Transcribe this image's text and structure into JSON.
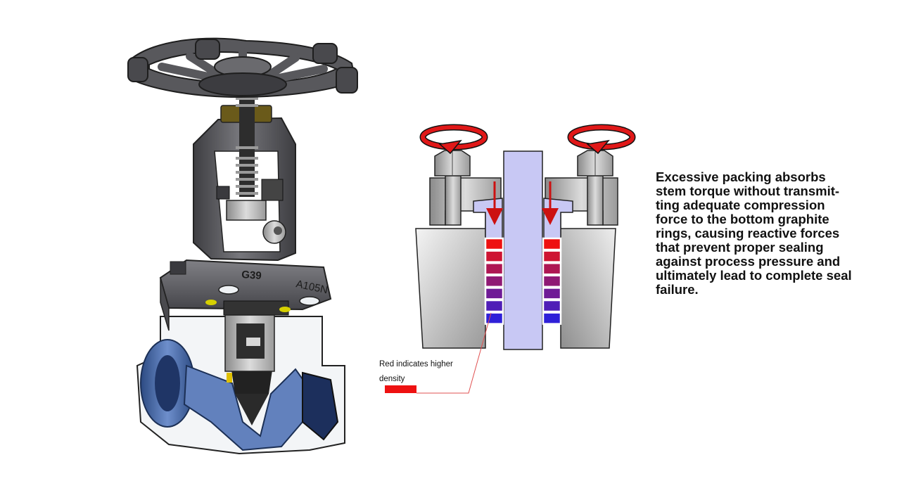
{
  "valve": {
    "body_marks": [
      "G39",
      "A105N"
    ]
  },
  "packing_diagram": {
    "legend_text": [
      "Red indicates higher",
      "density"
    ],
    "density_levels": [
      1.0,
      0.85,
      0.7,
      0.55,
      0.4,
      0.25,
      0.1
    ]
  },
  "description": {
    "lines": [
      "Excessive packing absorbs",
      "stem torque without transmit-",
      "ting adequate compression",
      "force to the bottom graphite",
      "rings, causing reactive forces",
      "that prevent proper sealing",
      "against process pressure and",
      "ultimately lead to complete seal",
      "failure."
    ]
  },
  "colors": {
    "high_density": "#ee1111",
    "low_density": "#1a22ee",
    "stem": "#c8c8f4",
    "arrow": "#cc1111",
    "metal_dark": "#5a5a5e",
    "pipe_blue": "#4a6aa8"
  }
}
